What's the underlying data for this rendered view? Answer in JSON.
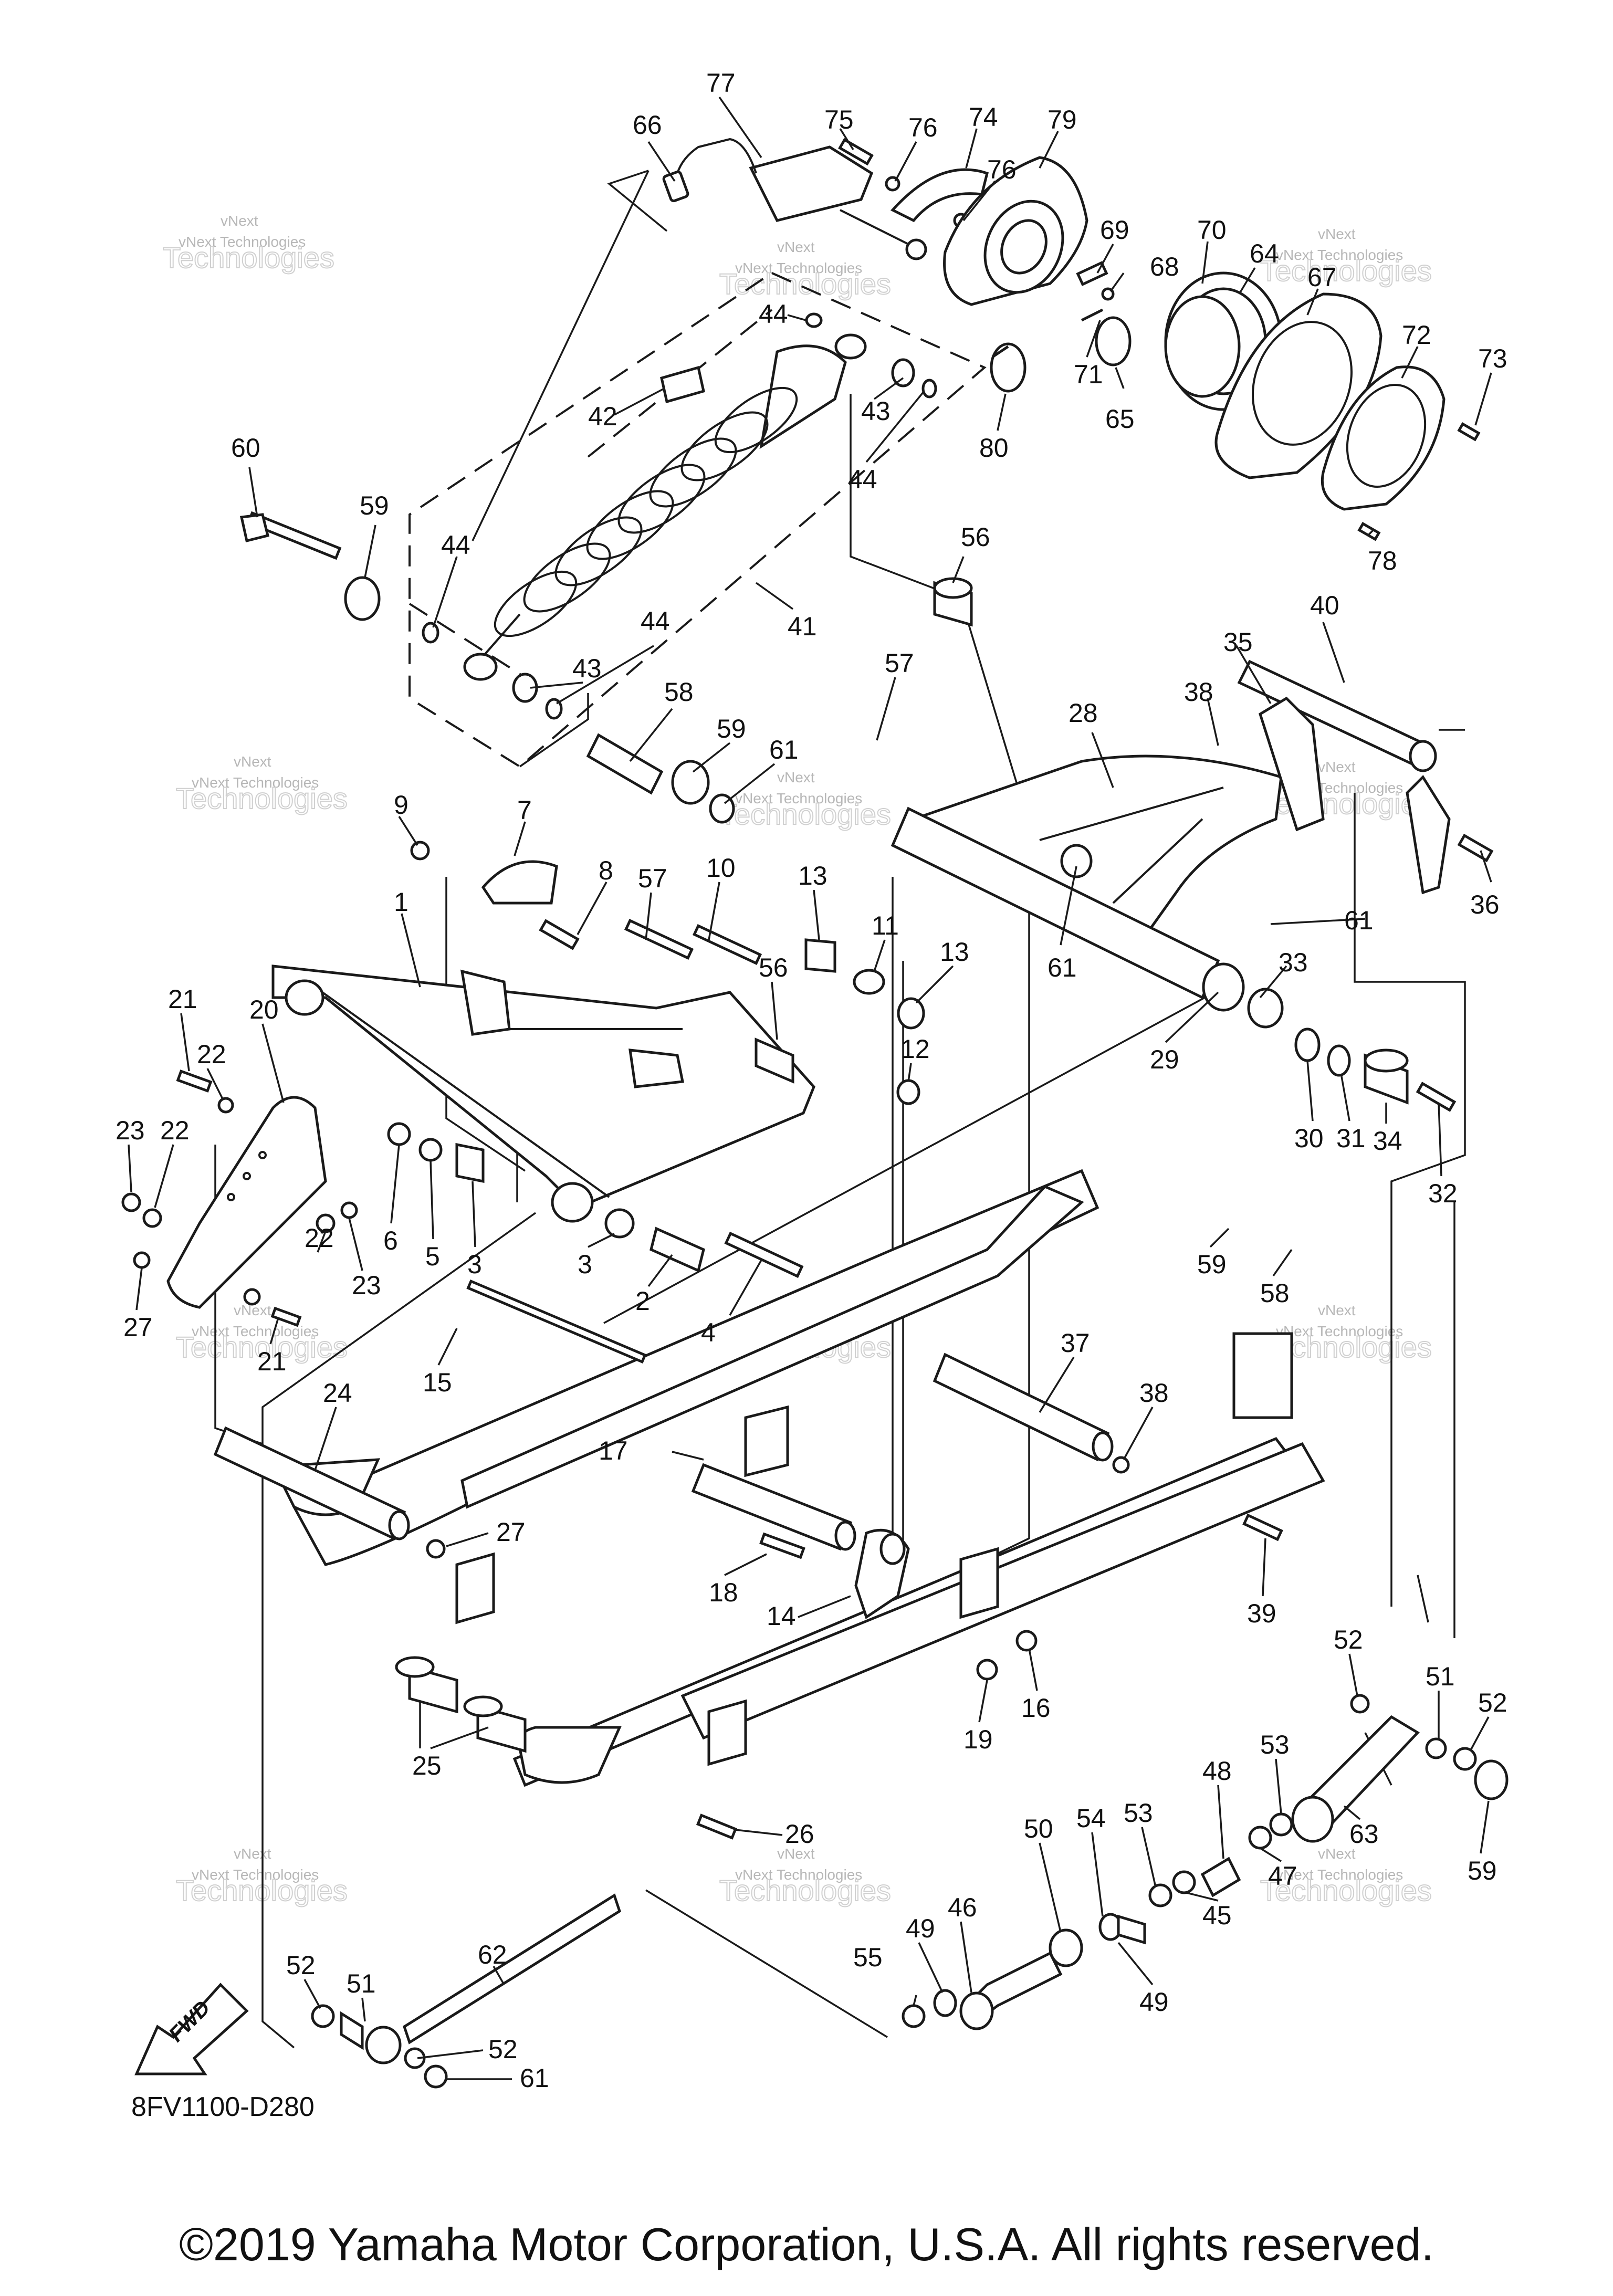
{
  "diagram": {
    "code": "8FV1100-D280",
    "copyright": "©2019 Yamaha Motor Corporation, U.S.A. All rights reserved.",
    "fwd_label": "FWD",
    "watermark_line1": "vNext",
    "watermark_line2": "vNext Technologies",
    "watermark_big": "Technologies",
    "callouts": [
      {
        "id": "c77",
        "label": "77"
      },
      {
        "id": "c66",
        "label": "66"
      },
      {
        "id": "c75",
        "label": "75"
      },
      {
        "id": "c76a",
        "label": "76"
      },
      {
        "id": "c74",
        "label": "74"
      },
      {
        "id": "c76b",
        "label": "76"
      },
      {
        "id": "c79",
        "label": "79"
      },
      {
        "id": "c69",
        "label": "69"
      },
      {
        "id": "c70",
        "label": "70"
      },
      {
        "id": "c64",
        "label": "64"
      },
      {
        "id": "c68",
        "label": "68"
      },
      {
        "id": "c67",
        "label": "67"
      },
      {
        "id": "c72",
        "label": "72"
      },
      {
        "id": "c73",
        "label": "73"
      },
      {
        "id": "c71",
        "label": "71"
      },
      {
        "id": "c65",
        "label": "65"
      },
      {
        "id": "c80",
        "label": "80"
      },
      {
        "id": "c78",
        "label": "78"
      },
      {
        "id": "c44a",
        "label": "44"
      },
      {
        "id": "c43a",
        "label": "43"
      },
      {
        "id": "c42",
        "label": "42"
      },
      {
        "id": "c44b",
        "label": "44"
      },
      {
        "id": "c60",
        "label": "60"
      },
      {
        "id": "c59a",
        "label": "59"
      },
      {
        "id": "c44c",
        "label": "44"
      },
      {
        "id": "c41",
        "label": "41"
      },
      {
        "id": "c44d",
        "label": "44"
      },
      {
        "id": "c43b",
        "label": "43"
      },
      {
        "id": "c56a",
        "label": "56"
      },
      {
        "id": "c57a",
        "label": "57"
      },
      {
        "id": "c58a",
        "label": "58"
      },
      {
        "id": "c59b",
        "label": "59"
      },
      {
        "id": "c61a",
        "label": "61"
      },
      {
        "id": "c40",
        "label": "40"
      },
      {
        "id": "c35",
        "label": "35"
      },
      {
        "id": "c38a",
        "label": "38"
      },
      {
        "id": "c28",
        "label": "28"
      },
      {
        "id": "c36",
        "label": "36"
      },
      {
        "id": "c61b",
        "label": "61"
      },
      {
        "id": "c61c",
        "label": "61"
      },
      {
        "id": "c33",
        "label": "33"
      },
      {
        "id": "c29",
        "label": "29"
      },
      {
        "id": "c9",
        "label": "9"
      },
      {
        "id": "c7",
        "label": "7"
      },
      {
        "id": "c8",
        "label": "8"
      },
      {
        "id": "c57b",
        "label": "57"
      },
      {
        "id": "c10",
        "label": "10"
      },
      {
        "id": "c13a",
        "label": "13"
      },
      {
        "id": "c11",
        "label": "11"
      },
      {
        "id": "c13b",
        "label": "13"
      },
      {
        "id": "c1",
        "label": "1"
      },
      {
        "id": "c21a",
        "label": "21"
      },
      {
        "id": "c22a",
        "label": "22"
      },
      {
        "id": "c20",
        "label": "20"
      },
      {
        "id": "c56b",
        "label": "56"
      },
      {
        "id": "c12",
        "label": "12"
      },
      {
        "id": "c23a",
        "label": "23"
      },
      {
        "id": "c22b",
        "label": "22"
      },
      {
        "id": "c6",
        "label": "6"
      },
      {
        "id": "c5",
        "label": "5"
      },
      {
        "id": "c3a",
        "label": "3"
      },
      {
        "id": "c3b",
        "label": "3"
      },
      {
        "id": "c30",
        "label": "30"
      },
      {
        "id": "c31",
        "label": "31"
      },
      {
        "id": "c34",
        "label": "34"
      },
      {
        "id": "c32",
        "label": "32"
      },
      {
        "id": "c22c",
        "label": "22"
      },
      {
        "id": "c23b",
        "label": "23"
      },
      {
        "id": "c2",
        "label": "2"
      },
      {
        "id": "c4",
        "label": "4"
      },
      {
        "id": "c27a",
        "label": "27"
      },
      {
        "id": "c21b",
        "label": "21"
      },
      {
        "id": "c59c",
        "label": "59"
      },
      {
        "id": "c58b",
        "label": "58"
      },
      {
        "id": "c15",
        "label": "15"
      },
      {
        "id": "c24",
        "label": "24"
      },
      {
        "id": "c37",
        "label": "37"
      },
      {
        "id": "c38b",
        "label": "38"
      },
      {
        "id": "c17",
        "label": "17"
      },
      {
        "id": "c27b",
        "label": "27"
      },
      {
        "id": "c18",
        "label": "18"
      },
      {
        "id": "c14",
        "label": "14"
      },
      {
        "id": "c39",
        "label": "39"
      },
      {
        "id": "c52a",
        "label": "52"
      },
      {
        "id": "c19",
        "label": "19"
      },
      {
        "id": "c16",
        "label": "16"
      },
      {
        "id": "c51a",
        "label": "51"
      },
      {
        "id": "c52b",
        "label": "52"
      },
      {
        "id": "c48",
        "label": "48"
      },
      {
        "id": "c53a",
        "label": "53"
      },
      {
        "id": "c25",
        "label": "25"
      },
      {
        "id": "c63",
        "label": "63"
      },
      {
        "id": "c53b",
        "label": "53"
      },
      {
        "id": "c54",
        "label": "54"
      },
      {
        "id": "c26",
        "label": "26"
      },
      {
        "id": "c50",
        "label": "50"
      },
      {
        "id": "c59d",
        "label": "59"
      },
      {
        "id": "c47",
        "label": "47"
      },
      {
        "id": "c45",
        "label": "45"
      },
      {
        "id": "c46",
        "label": "46"
      },
      {
        "id": "c49a",
        "label": "49"
      },
      {
        "id": "c49b",
        "label": "49"
      },
      {
        "id": "c62",
        "label": "62"
      },
      {
        "id": "c55",
        "label": "55"
      },
      {
        "id": "c52c",
        "label": "52"
      },
      {
        "id": "c51b",
        "label": "51"
      },
      {
        "id": "c52d",
        "label": "52"
      },
      {
        "id": "c61d",
        "label": "61"
      }
    ]
  }
}
